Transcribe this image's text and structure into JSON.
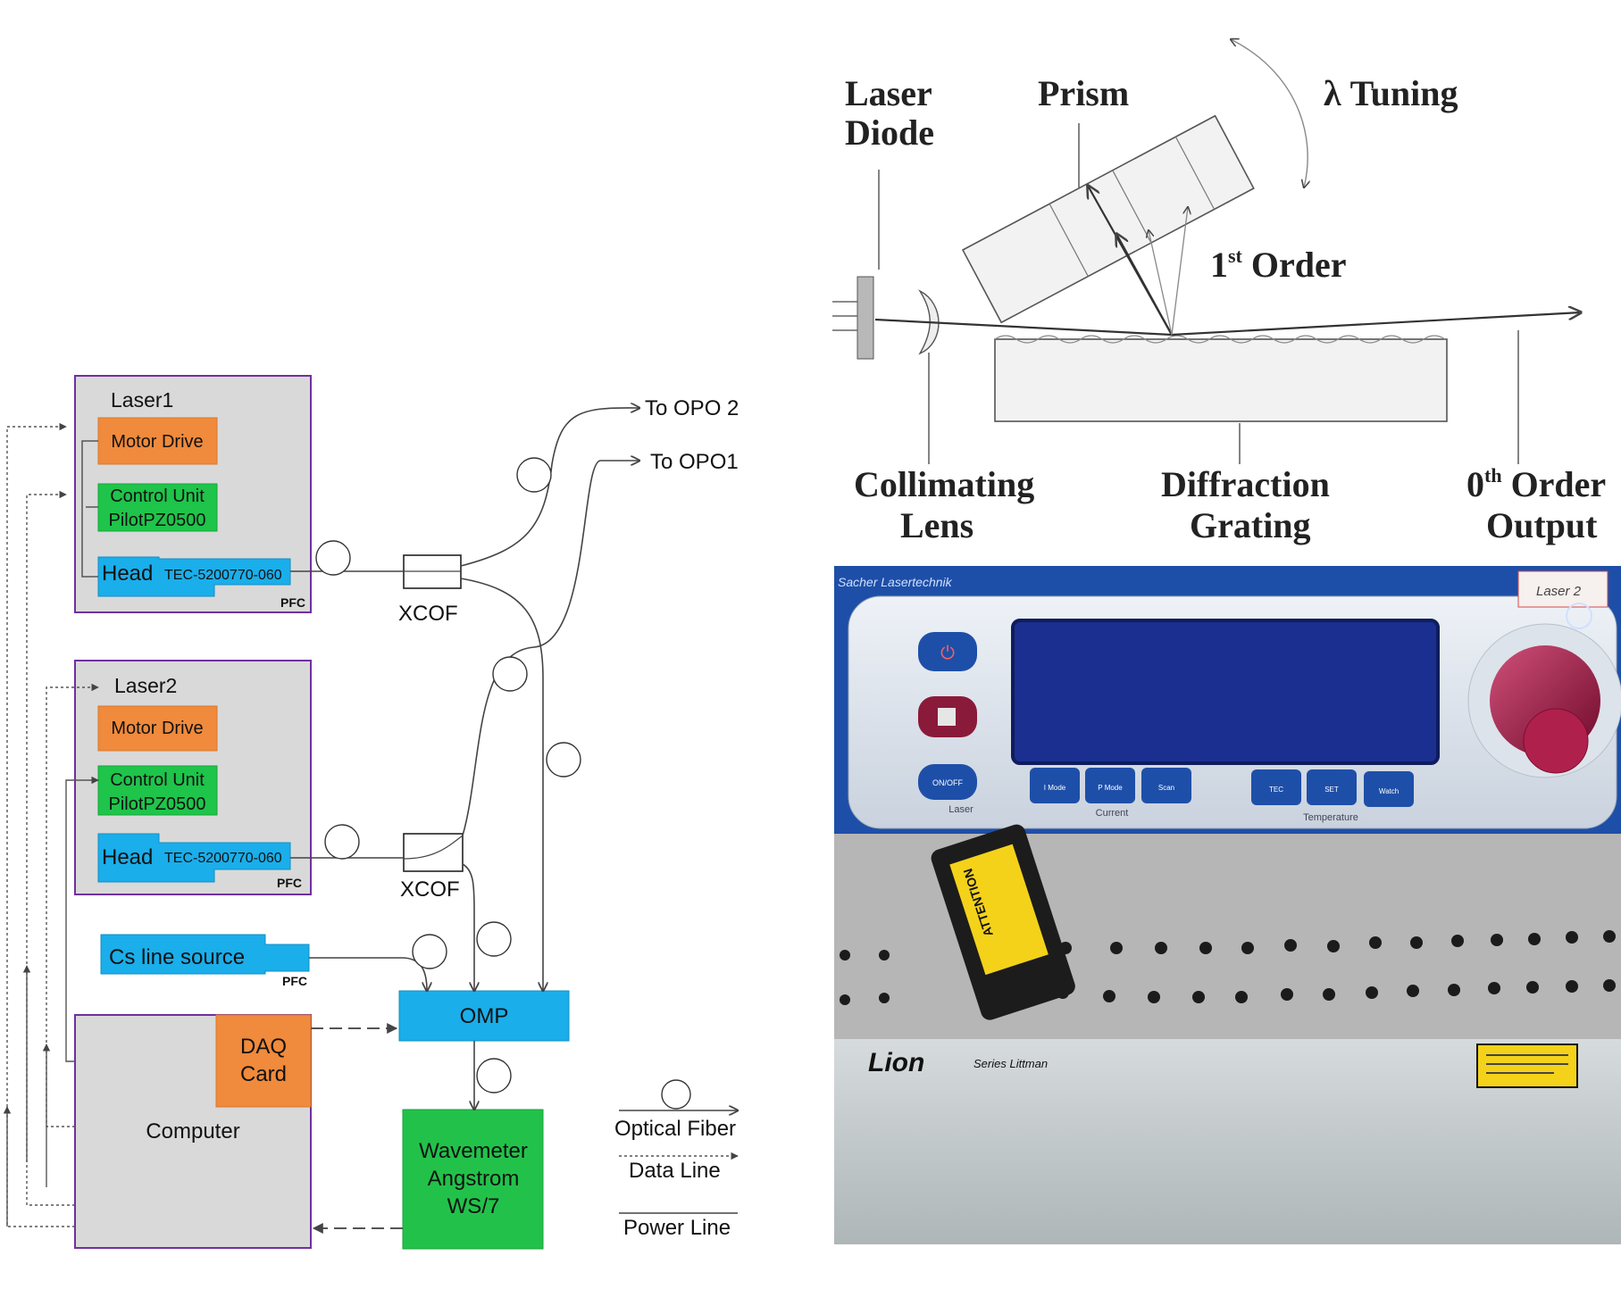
{
  "colors": {
    "box_border": "#7030a0",
    "box_fill": "#d9d9d9",
    "motor_drive": "#f08a3c",
    "control_unit": "#1fc44a",
    "head": "#1aaeea",
    "omp": "#1aaeea",
    "wavemeter": "#22c24a",
    "daq": "#f08a3c",
    "panel_blue": "#1e4fa8",
    "screen": "#1a2f8f",
    "knob": "#a01640",
    "warning_yellow": "#f4d21a"
  },
  "schematic": {
    "laser1": {
      "title": "Laser1",
      "motor_drive": "Motor Drive",
      "control_unit_line1": "Control Unit",
      "control_unit_line2": "PilotPZ0500",
      "head": "Head",
      "head_model": "TEC-5200770-060",
      "pfc": "PFC"
    },
    "laser2": {
      "title": "Laser2",
      "motor_drive": "Motor Drive",
      "control_unit_line1": "Control Unit",
      "control_unit_line2": "PilotPZ0500",
      "head": "Head",
      "head_model": "TEC-5200770-060",
      "pfc": "PFC"
    },
    "cs_source": {
      "label": "Cs line source",
      "pfc": "PFC"
    },
    "computer": {
      "label": "Computer",
      "daq_line1": "DAQ",
      "daq_line2": "Card"
    },
    "omp": "OMP",
    "wavemeter": {
      "line1": "Wavemeter",
      "line2": "Angstrom",
      "line3": "WS/7"
    },
    "xcof_top": "XCOF",
    "xcof_bottom": "XCOF",
    "to_opo2": "To OPO 2",
    "to_opo1": "To OPO1",
    "legend": {
      "optical_fiber": "Optical Fiber",
      "data_line": "Data Line",
      "power_line": "Power Line"
    }
  },
  "optics": {
    "laser_diode_line1": "Laser",
    "laser_diode_line2": "Diode",
    "prism": "Prism",
    "tuning": "λ Tuning",
    "first_order": "1",
    "first_order_sup": "st",
    "first_order_rest": " Order",
    "collimating_line1": "Collimating",
    "collimating_line2": "Lens",
    "grating_line1": "Diffraction",
    "grating_line2": "Grating",
    "zero_order": "0",
    "zero_order_sup": "th",
    "zero_order_rest": " Order",
    "zero_order_line2": "Output"
  },
  "photo": {
    "brand": "Sacher Lasertechnik",
    "sticker": "Laser 2",
    "laser_btn": "Laser",
    "current_group": "Current",
    "temperature_group": "Temperature",
    "btn_onoff": "ON/OFF",
    "btn_i_mode": "I Mode",
    "btn_p_mode": "P Mode",
    "btn_scan": "Scan",
    "btn_tec": "TEC",
    "btn_set": "SET",
    "btn_watch": "Watch",
    "attention": "ATTENTION",
    "lion_logo": "Lion",
    "lion_series": "Series Littman"
  }
}
